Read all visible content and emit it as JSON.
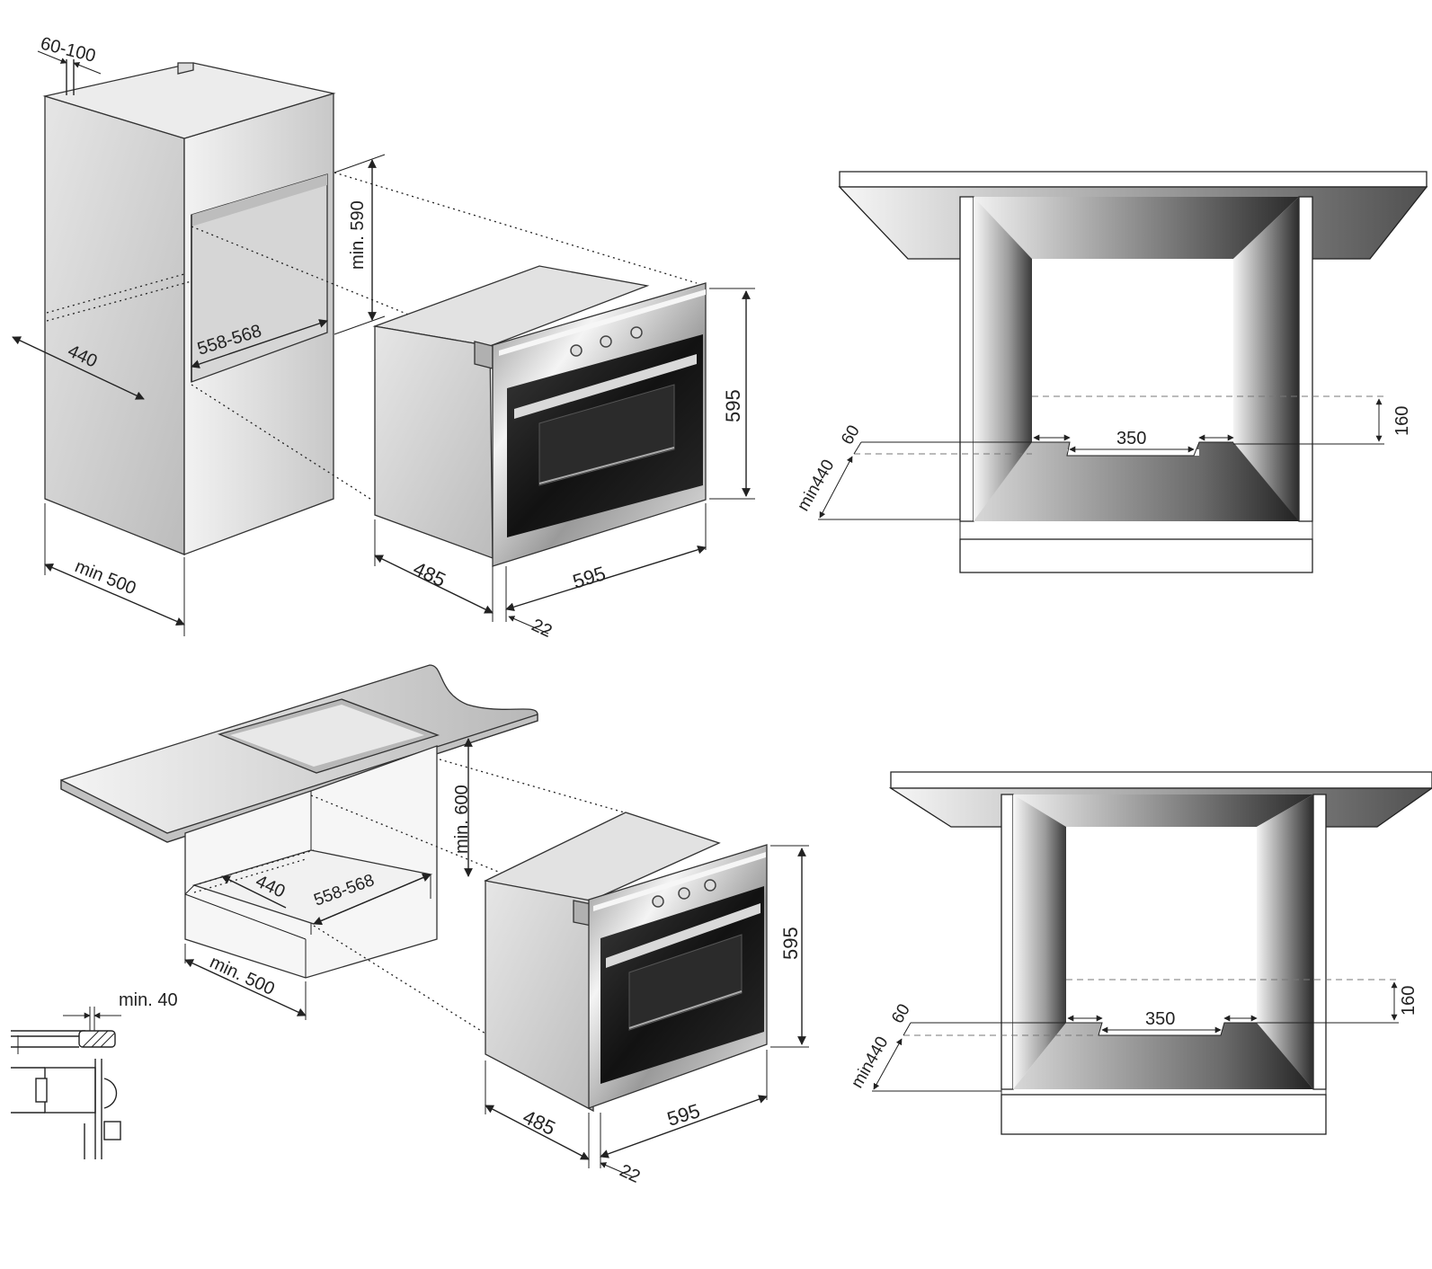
{
  "tall_unit": {
    "gap_label": "60-100",
    "niche_height_label": "min. 590",
    "niche_width_label": "558-568",
    "niche_depth_label": "440",
    "cabinet_depth_label": "min 500",
    "oven_height_label": "595",
    "oven_depth_label": "485",
    "oven_width_label": "595",
    "front_depth_label": "22"
  },
  "under_counter": {
    "niche_height_label": "min. 600",
    "niche_depth_label": "440",
    "niche_width_label": "558-568",
    "cabinet_depth_label": "min. 500",
    "detail_label": "min. 40",
    "oven_height_label": "595",
    "oven_depth_label": "485",
    "oven_width_label": "595",
    "front_depth_label": "22"
  },
  "front_view_top": {
    "depth_label": "min440",
    "offset_label": "60",
    "width_label": "350",
    "height_label": "160"
  },
  "front_view_bottom": {
    "depth_label": "min440",
    "offset_label": "60",
    "width_label": "350",
    "height_label": "160"
  },
  "colors": {
    "ink": "#222222",
    "panel_light": "#e4e4e4",
    "panel_mid": "#cfcfcf",
    "steel": "#bdbdbd",
    "glass": "#1c1c1c"
  }
}
